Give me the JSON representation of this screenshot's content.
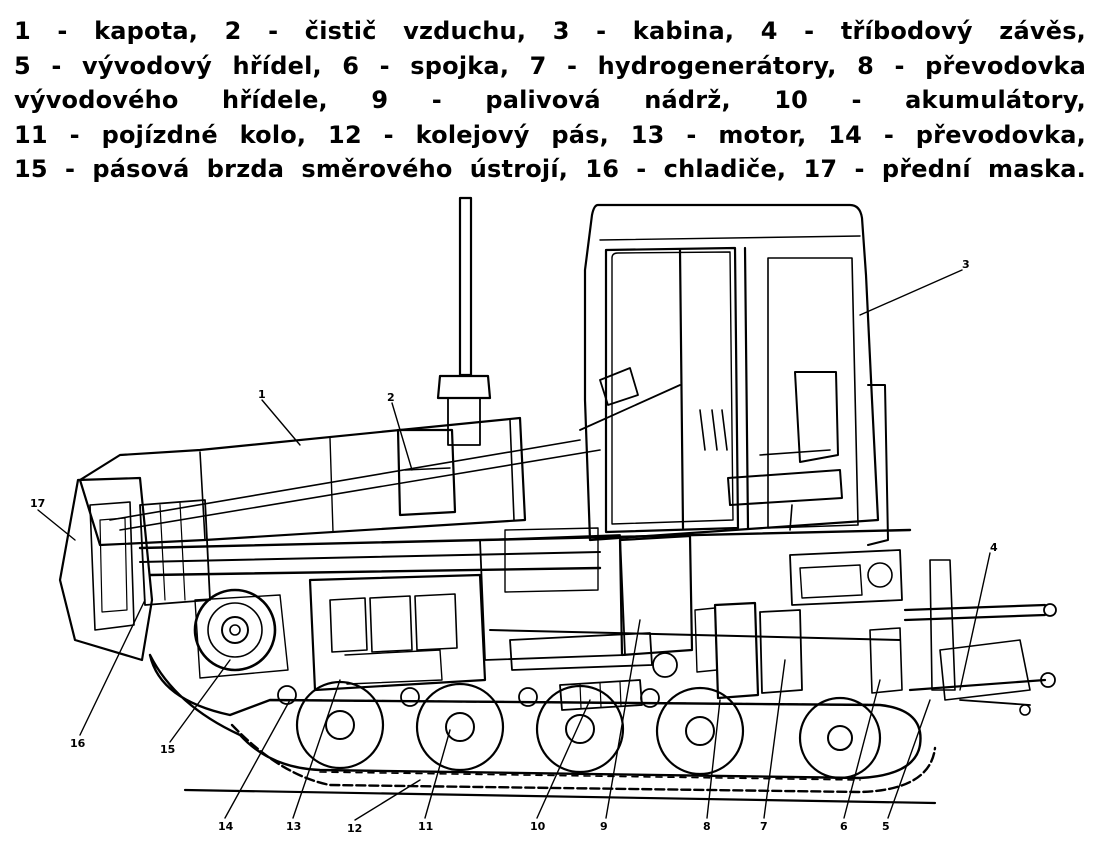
{
  "legend": {
    "lines": [
      "1 - kapota, 2 - čistič vzduchu, 3 - kabina, 4 - tříbodový závěs,",
      "5 - vývodový hřídel, 6 - spojka, 7 - hydrogenerátory, 8 - převodovka",
      "vývodového hřídele, 9 - palivová nádrž, 10 - akumulátory,",
      "11 - pojízdné kolo, 12 - kolejový pás, 13 - motor, 14 - převodovka,",
      "15 - pásová brzda směrového ústrojí, 16 - chladiče, 17 - přední maska."
    ]
  },
  "callouts": [
    "1",
    "2",
    "3",
    "4",
    "5",
    "6",
    "7",
    "8",
    "9",
    "10",
    "11",
    "12",
    "13",
    "14",
    "15",
    "16",
    "17"
  ],
  "colors": {
    "ink": "#000000",
    "background": "#ffffff"
  }
}
